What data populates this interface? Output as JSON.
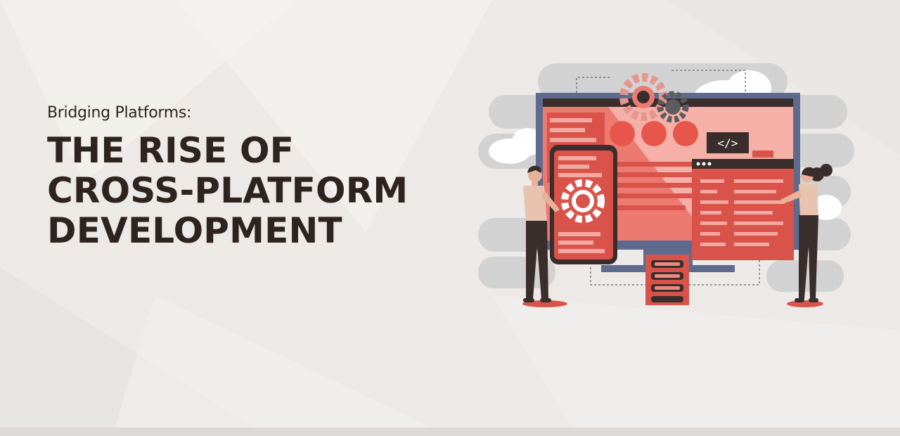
{
  "banner": {
    "subtitle": "Bridging Platforms:",
    "headline_lines": [
      "THE RISE OF",
      "CROSS-PLATFORM",
      "DEVELOPMENT"
    ],
    "code_symbol": "</>"
  },
  "colors": {
    "background": "#ece9e7",
    "text": "#2e231e",
    "accent": "#d9534a",
    "accent_light": "#ef8a80",
    "frame": "#5f6b8c",
    "dark": "#3a2e2c",
    "cloud": "#d3d2d2"
  },
  "illustration": {
    "icons": [
      "gear-icon",
      "cloud-icon",
      "code-icon",
      "server-icon",
      "smartphone-icon",
      "browser-window-icon",
      "monitor-icon"
    ],
    "people": [
      "developer-man",
      "developer-woman"
    ]
  }
}
